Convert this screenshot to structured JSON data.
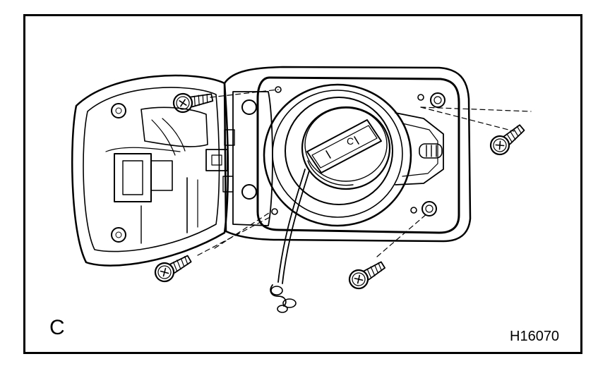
{
  "figure": {
    "view_label": "C",
    "figure_code": "H16070",
    "cap_letter": "C"
  },
  "parts": {
    "screws": 4,
    "icons": [
      "screw-icon",
      "fuel-cap-icon",
      "fuel-door-icon",
      "tether-strap-icon"
    ]
  },
  "colors": {
    "ink": "#000000",
    "paper": "#ffffff"
  }
}
